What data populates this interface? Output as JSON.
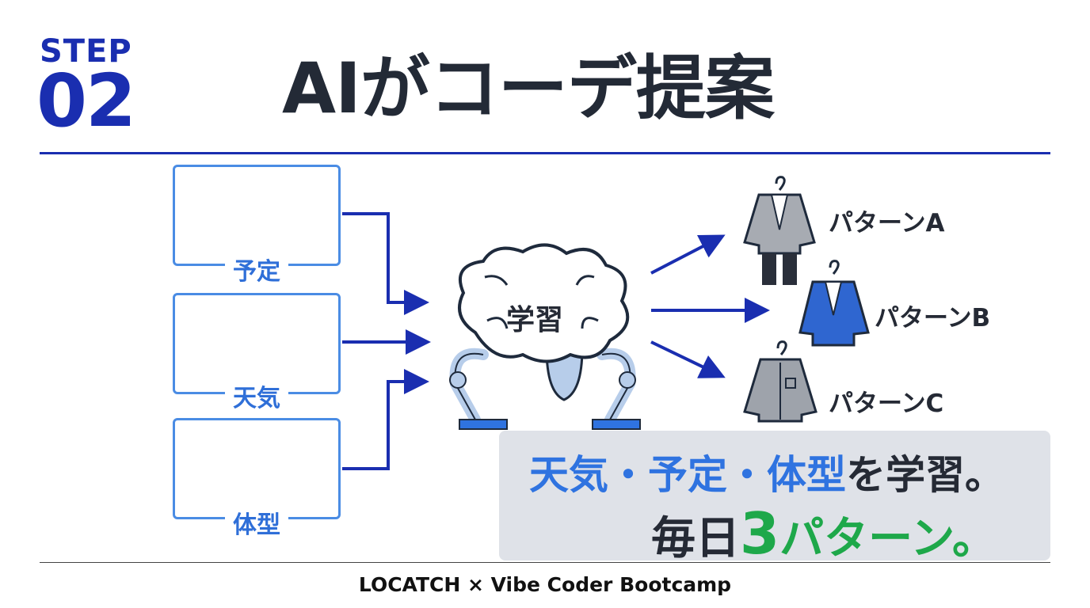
{
  "header": {
    "step_label": "STEP",
    "step_number": "02",
    "title": "AIがコーデ提案"
  },
  "inputs": [
    {
      "label": "予定",
      "icons": [
        "calendar-icon",
        "handbag-icon"
      ]
    },
    {
      "label": "天気",
      "icons": [
        "sun-icon",
        "umbrella-icon",
        "thermometer-icon"
      ]
    },
    {
      "label": "体型",
      "icons": [
        "person-icon",
        "tape-measure-icon"
      ]
    }
  ],
  "center": {
    "label": "学習",
    "icons": [
      "brain-icon",
      "robot-arm-icon"
    ]
  },
  "outputs": [
    {
      "label": "パターンA",
      "icon": "suit-on-hanger-icon"
    },
    {
      "label": "パターンB",
      "icon": "blue-jacket-on-hanger-icon"
    },
    {
      "label": "パターンC",
      "icon": "shirt-on-hanger-icon"
    }
  ],
  "callout": {
    "line1_highlight": "天気・予定・体型",
    "line1_rest": "を学習。",
    "line2_prefix": "毎日",
    "line2_number": "3",
    "line2_suffix": "パターン。"
  },
  "footer": "LOCATCH × Vibe Coder Bootcamp",
  "colors": {
    "primary_blue": "#1a2eb0",
    "accent_blue": "#2f73e0",
    "green": "#1ea84a",
    "dark_text": "#252a35"
  }
}
